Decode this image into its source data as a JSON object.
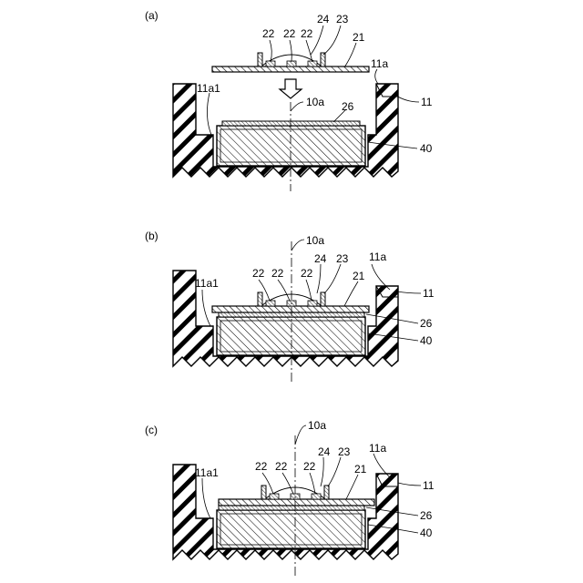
{
  "figures": [
    {
      "label": "(a)",
      "axis_label": "10a",
      "refs": {
        "chip_a": "22",
        "chip_b": "22",
        "chip_c": "22",
        "lens": "24",
        "frame": "23",
        "substrate": "21",
        "recess": "11a1",
        "step": "11a",
        "holder": "11",
        "layer": "26",
        "block": "40"
      }
    },
    {
      "label": "(b)",
      "axis_label": "10a",
      "refs": {
        "chip_a": "22",
        "chip_b": "22",
        "chip_c": "22",
        "lens": "24",
        "frame": "23",
        "substrate": "21",
        "recess": "11a1",
        "step": "11a",
        "holder": "11",
        "layer": "26",
        "block": "40"
      }
    },
    {
      "label": "(c)",
      "axis_label": "10a",
      "refs": {
        "chip_a": "22",
        "chip_b": "22",
        "chip_c": "22",
        "lens": "24",
        "frame": "23",
        "substrate": "21",
        "recess": "11a1",
        "step": "11a",
        "holder": "11",
        "layer": "26",
        "block": "40"
      }
    }
  ]
}
